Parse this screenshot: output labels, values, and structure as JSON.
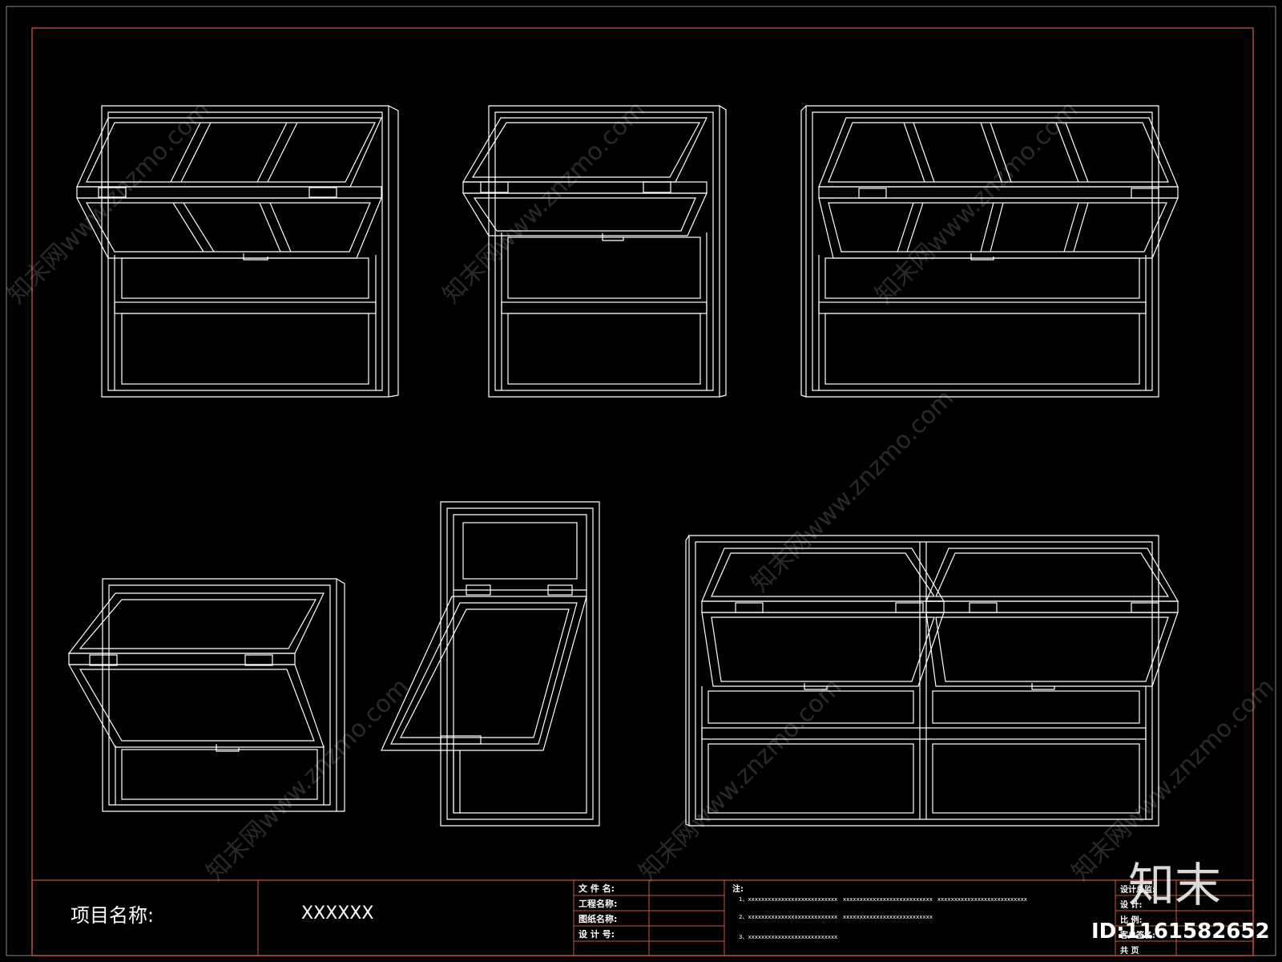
{
  "title_block": {
    "project_label": "项目名称:",
    "project_value": "XXXXXX",
    "field_file_name": "文 件 名:",
    "field_project_name": "工程名称:",
    "field_drawing_name": "图纸名称:",
    "field_design_no": "设 计 号:",
    "notes_label": "注:",
    "note_1a": "1、xxxxxxxxxxxxxxxxxxxxxxxxxxx",
    "note_1b": "xxxxxxxxxxxxxxxxxxxxxxxxxxx",
    "note_1c": "xxxxxxxxxxxxxxxxxxxxxxxxxxx",
    "note_2a": "2、xxxxxxxxxxxxxxxxxxxxxxxxxxx",
    "note_2b": "xxxxxxxxxxxxxxxxxxxxxxxxxxx",
    "note_3a": "3、xxxxxxxxxxxxxxxxxxxxxxxxxxx",
    "right_1": "设计总监:",
    "right_2": "设  计:",
    "right_3": "比  例:",
    "right_4": "客户签名:",
    "right_5": "共  页"
  },
  "watermark": {
    "text": "知末网www.znzmo.com",
    "logo": "知末",
    "id": "ID:1161582652"
  },
  "colors": {
    "background": "#000000",
    "line": "#ffffff",
    "border": "#c8553d"
  }
}
